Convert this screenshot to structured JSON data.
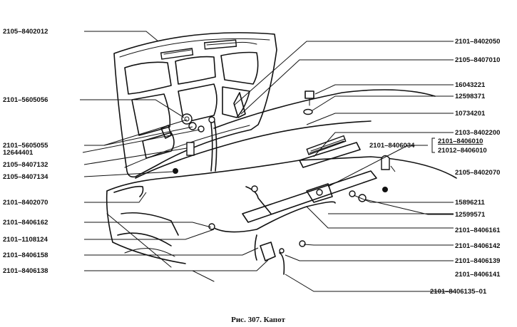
{
  "caption": "Рис. 307. Капот",
  "labels": [
    "2105–8402012",
    "2101–5605056",
    "2101–5605055",
    "12644401",
    "2105–8407132",
    "2105–8407134",
    "2101–8402070",
    "2101–8406162",
    "2101–1108124",
    "2101–8406158",
    "2101–8406138",
    "2101–8402050",
    "2105–8407010",
    "16043221",
    "12598371",
    "10734201",
    "2103–8402200",
    "2101–8406034",
    "2101–8406010",
    "21012–8406010",
    "2105–8402070",
    "15896211",
    "12599571",
    "2101–8406161",
    "2101–8406142",
    "2101–8406139",
    "2101–8406141",
    "2101–8406135–01"
  ]
}
